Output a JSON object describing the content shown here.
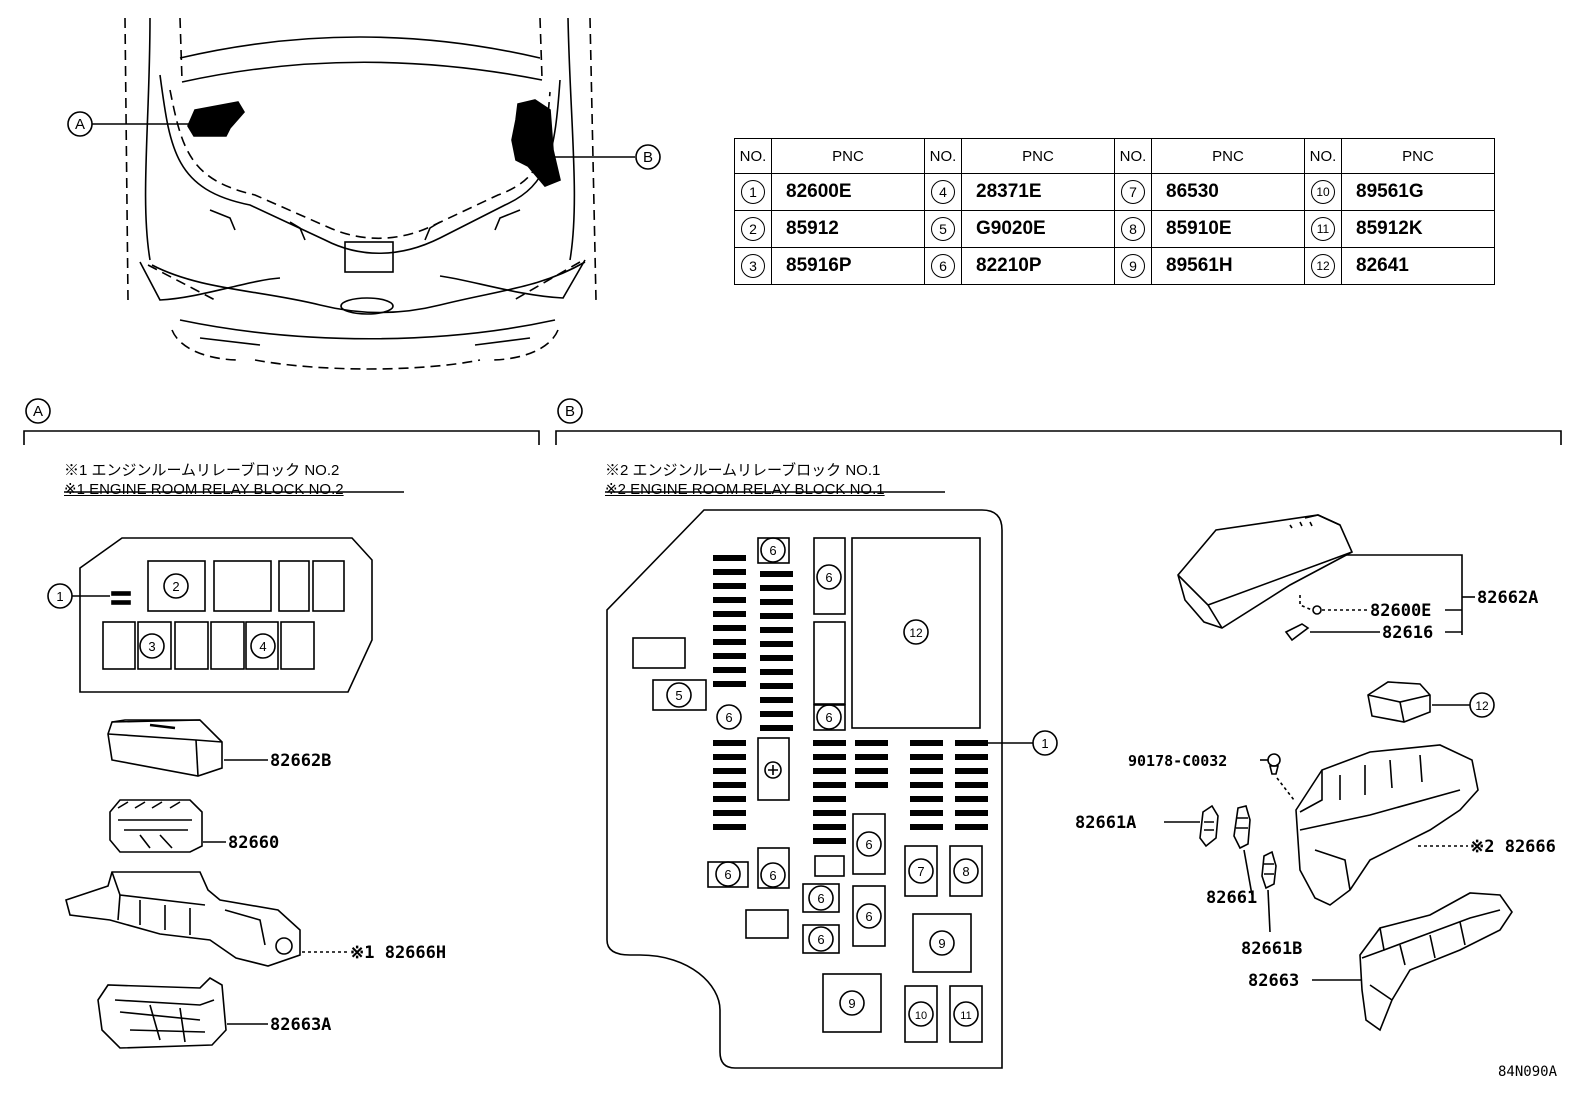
{
  "pnc_table": {
    "headers": [
      "NO.",
      "PNC"
    ],
    "rows": [
      [
        {
          "no": "1",
          "pnc": "82600E"
        },
        {
          "no": "4",
          "pnc": "28371E"
        },
        {
          "no": "7",
          "pnc": "86530"
        },
        {
          "no": "10",
          "pnc": "89561G"
        }
      ],
      [
        {
          "no": "2",
          "pnc": "85912"
        },
        {
          "no": "5",
          "pnc": "G9020E"
        },
        {
          "no": "8",
          "pnc": "85910E"
        },
        {
          "no": "11",
          "pnc": "85912K"
        }
      ],
      [
        {
          "no": "3",
          "pnc": "85916P"
        },
        {
          "no": "6",
          "pnc": "82210P"
        },
        {
          "no": "9",
          "pnc": "89561H"
        },
        {
          "no": "12",
          "pnc": "82641"
        }
      ]
    ]
  },
  "car": {
    "label_a": "A",
    "label_b": "B"
  },
  "section_a": {
    "letter": "A",
    "title_jp": "※1 エンジンルームリレーブロック NO.2",
    "title_en": "※1 ENGINE ROOM RELAY BLOCK NO.2",
    "parts": [
      "82662B",
      "82660",
      "※1 82666H",
      "82663A"
    ]
  },
  "section_b": {
    "letter": "B",
    "title_jp": "※2 エンジンルームリレーブロック NO.1",
    "title_en": "※2 ENGINE ROOM RELAY BLOCK NO.1",
    "parts": [
      "82600E",
      "82616",
      "82662A",
      "90178-C0032",
      "82661A",
      "82661",
      "82661B",
      "※2 82666",
      "82663"
    ]
  },
  "diagram_code": "84N090A"
}
